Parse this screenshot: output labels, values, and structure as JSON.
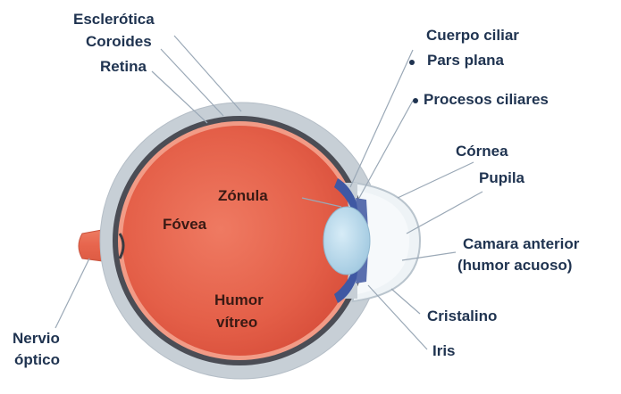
{
  "labels": {
    "esclerotica": "Esclerótica",
    "coroides": "Coroides",
    "retina": "Retina",
    "cuerpo_ciliar": "Cuerpo ciliar",
    "pars_plana": "Pars plana",
    "procesos_ciliares": "Procesos ciliares",
    "cornea": "Córnea",
    "pupila": "Pupila",
    "camara_anterior_1": "Camara anterior",
    "camara_anterior_2": "(humor acuoso)",
    "cristalino": "Cristalino",
    "iris": "Iris",
    "zonula": "Zónula",
    "fovea": "Fóvea",
    "humor_1": "Humor",
    "humor_2": "vítreo",
    "nervio_1": "Nervio",
    "nervio_2": "óptico"
  },
  "colors": {
    "label_text": "#1f3350",
    "vitreous": "#e4604a",
    "sclera": "#c7cfd6",
    "choroid": "#4b4d55",
    "optic_nerve": "#e8664e",
    "lens": "#b9d8ea",
    "iris": "#5a6fae"
  }
}
